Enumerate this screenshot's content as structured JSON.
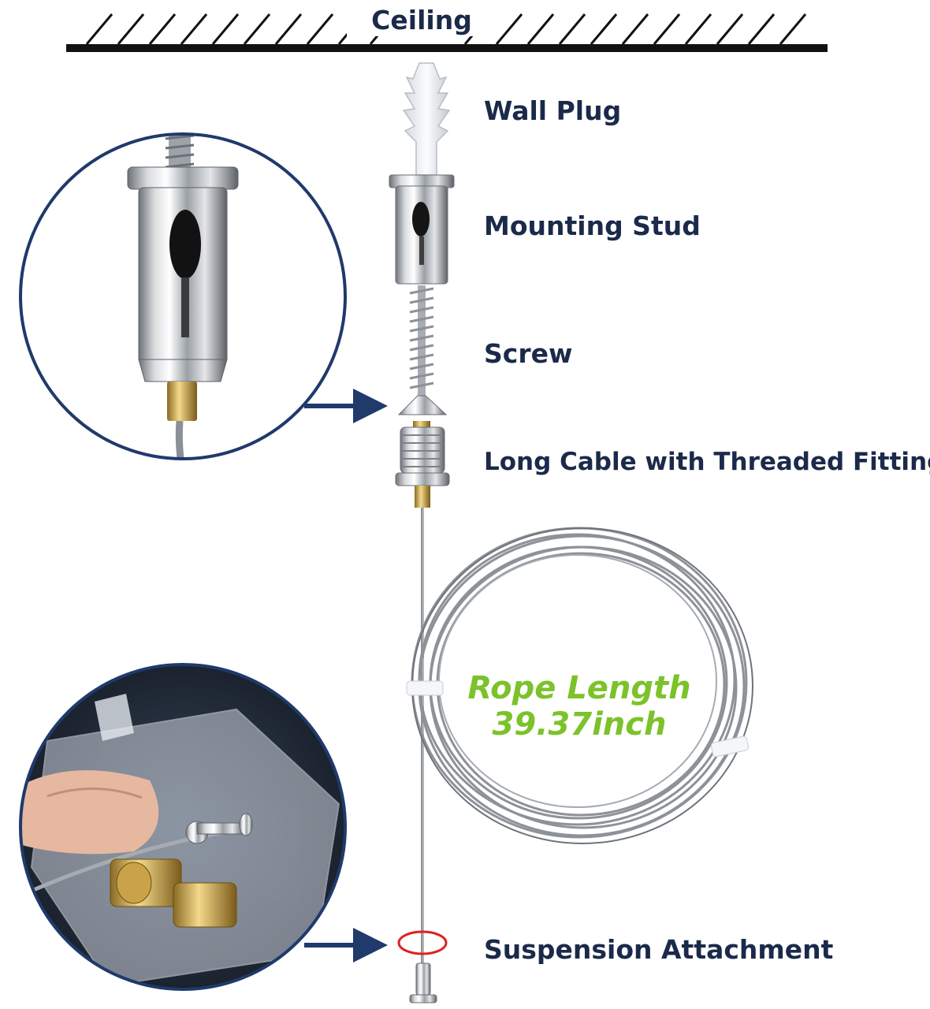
{
  "ceiling_label": "Ceiling",
  "parts": [
    {
      "label": "Wall Plug"
    },
    {
      "label": "Mounting Stud"
    },
    {
      "label": "Screw"
    },
    {
      "label": "Long Cable with Threaded Fitting"
    },
    {
      "label": "Suspension Attachment"
    }
  ],
  "rope": {
    "line1": "Rope Length",
    "line2": "39.37inch"
  },
  "colors": {
    "navy": "#1b2a4a",
    "arrow": "#1f3a6b",
    "green": "#7cc22a",
    "highlight_ring": "#e02020"
  }
}
